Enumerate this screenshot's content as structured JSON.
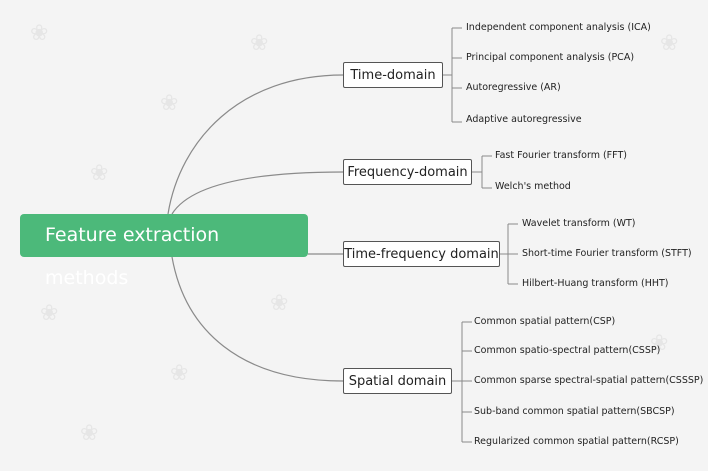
{
  "root": {
    "label": "Feature extraction methods"
  },
  "branches": [
    {
      "label": "Time-domain",
      "leaves": [
        "Independent component analysis (ICA)",
        "Principal component analysis (PCA)",
        "Autoregressive (AR)",
        "Adaptive autoregressive"
      ]
    },
    {
      "label": "Frequency-domain",
      "leaves": [
        "Fast Fourier transform (FFT)",
        "Welch's method"
      ]
    },
    {
      "label": "Time-frequency domain",
      "leaves": [
        "Wavelet transform (WT)",
        "Short-time Fourier transform (STFT)",
        "Hilbert-Huang transform (HHT)"
      ]
    },
    {
      "label": "Spatial domain",
      "leaves": [
        "Common spatial pattern(CSP)",
        "Common spatio-spectral pattern(CSSP)",
        "Common sparse spectral-spatial pattern(CSSSP)",
        "Sub-band common spatial pattern(SBCSP)",
        "Regularized common spatial pattern(RCSP)"
      ]
    }
  ],
  "colors": {
    "root_fill": "#4cb97a",
    "line": "#8a8a8a",
    "background": "#f4f4f4"
  }
}
